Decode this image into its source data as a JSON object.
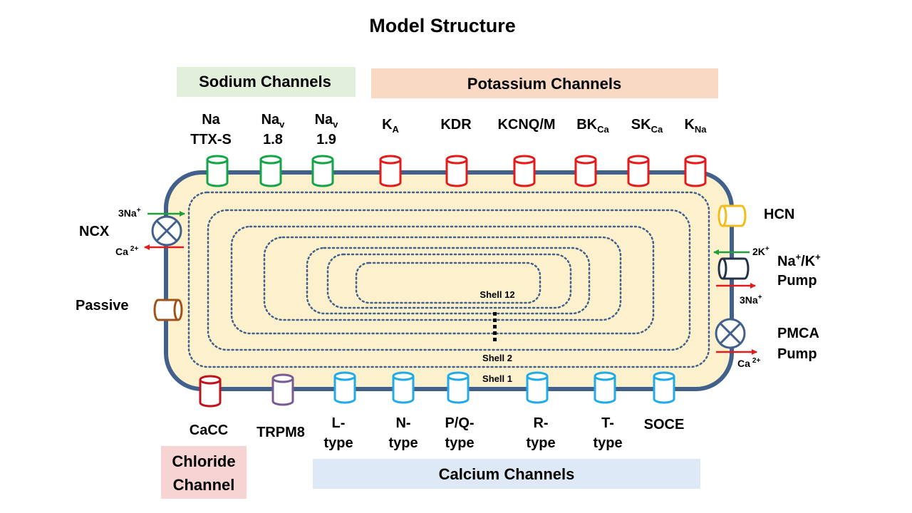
{
  "title": "Model Structure",
  "categories": {
    "sodium": "Sodium Channels",
    "potassium": "Potassium Channels",
    "chloride": [
      "Chloride",
      "Channel"
    ],
    "calcium": "Calcium Channels"
  },
  "sodium_channels": [
    {
      "line1": "Na",
      "line2": "TTX-S"
    },
    {
      "line1": "Na",
      "line1_sub": "v",
      "line2": "1.8"
    },
    {
      "line1": "Na",
      "line1_sub": "v",
      "line2": "1.9"
    }
  ],
  "potassium_channels": [
    {
      "name": "K",
      "sub": "A"
    },
    {
      "name": "KDR",
      "sub": ""
    },
    {
      "name": "KCNQ/M",
      "sub": ""
    },
    {
      "name": "BK",
      "sub": "Ca"
    },
    {
      "name": "SK",
      "sub": "Ca"
    },
    {
      "name": "K",
      "sub": "Na"
    }
  ],
  "calcium_channels": [
    {
      "line1": "L-",
      "line2": "type"
    },
    {
      "line1": "N-",
      "line2": "type"
    },
    {
      "line1": "P/Q-",
      "line2": "type"
    },
    {
      "line1": "R-",
      "line2": "type"
    },
    {
      "line1": "T-",
      "line2": "type"
    },
    {
      "line1": "SOCE",
      "line2": ""
    }
  ],
  "other_channels": {
    "cacc": "CaCC",
    "trpm8": "TRPM8",
    "passive": "Passive",
    "hcn": "HCN"
  },
  "exchangers": {
    "ncx": {
      "label": "NCX",
      "in": "3Na",
      "in_sup": "+",
      "out": "Ca",
      "out_sup": "2+"
    },
    "nak_pump": {
      "label1_a": "Na",
      "label1_b": "/K",
      "label1_sup": "+",
      "label2": "Pump",
      "in": "2K",
      "in_sup": "+",
      "out": "3Na",
      "out_sup": "+"
    },
    "pmca": {
      "label1": "PMCA",
      "label2": "Pump",
      "out": "Ca",
      "out_sup": "2+"
    }
  },
  "shells": {
    "outer": "Shell 1",
    "second": "Shell 2",
    "inner": "Shell 12"
  },
  "colors": {
    "membrane": "#41608c",
    "cytoplasm": "#fdf0cc",
    "sodium": "#13a548",
    "potassium": "#e41b1b",
    "calcium": "#20aae6",
    "chloride_cacc": "#c0121c",
    "trpm8": "#7a5a92",
    "passive": "#a0521a",
    "hcn": "#f2bd1a",
    "nak_pump": "#233246",
    "sodium_bg": "#e2efda",
    "potassium_bg": "#fad9c4",
    "chloride_bg": "#f6d4d4",
    "calcium_bg": "#dde9f6",
    "arrow_in": "#1fa03a",
    "arrow_out": "#e41b1b"
  }
}
